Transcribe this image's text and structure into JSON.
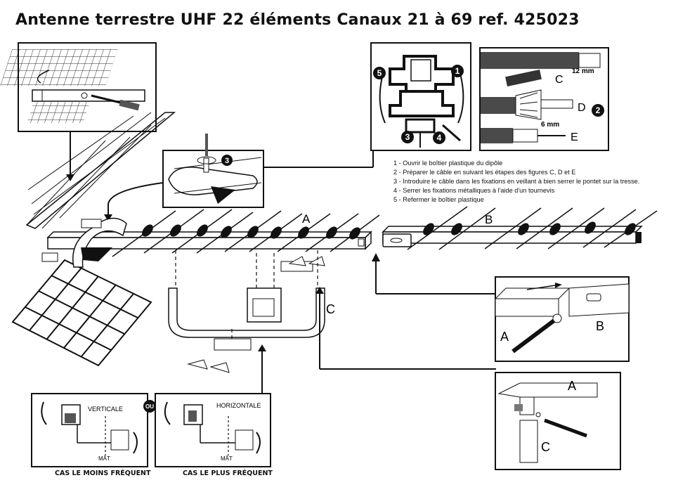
{
  "title": "Antenne terrestre UHF 22 éléments Canaux 21 à 69  ref. 425023",
  "steps": [
    "1 - Ouvrir le boîtier plastique du dipôle",
    "2 - Préparer le câble en suivant les étapes des figures C, D et E",
    "3 - Introduire le câble dans les fixations en veillant à bien serrer le pontet sur la tresse.",
    "4 - Serrer les fixations métalliques à l'aide d'un tournevis",
    "5 - Refermer le boîtier plastique"
  ],
  "labels": {
    "A": "A",
    "B": "B",
    "C": "C",
    "D": "D",
    "E": "E",
    "n1": "1",
    "n2": "2",
    "n3": "3",
    "n4": "4",
    "n5": "5",
    "mm12": "12 mm",
    "mm6": "6 mm",
    "verticale": "VERTICALE",
    "horizontale": "HORIZONTALE",
    "mat": "MÂT",
    "ou": "OU"
  },
  "captions": {
    "left": "CAS LE MOINS FRÉQUENT",
    "right": "CAS LE PLUS FRÉQUENT"
  }
}
